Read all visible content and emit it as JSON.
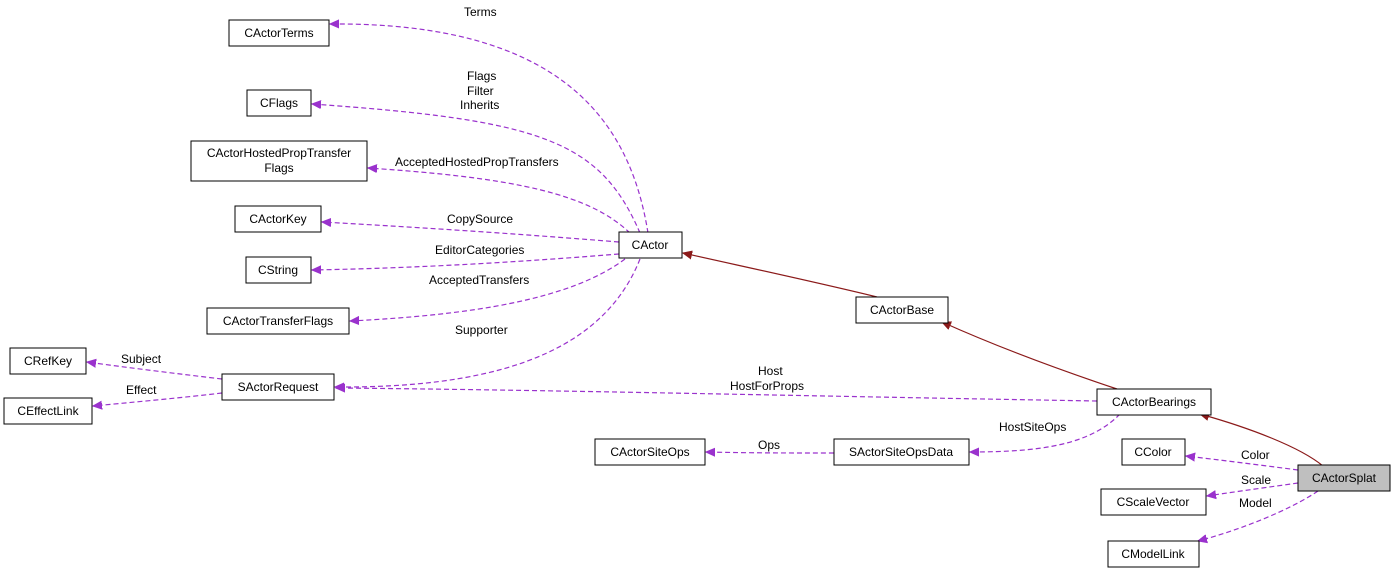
{
  "nodes": {
    "cactor_terms": "CActorTerms",
    "cflags": "CFlags",
    "cactor_hosted_prop_transfer_flags": [
      "CActorHostedPropTransfer",
      "Flags"
    ],
    "cactor_key": "CActorKey",
    "cstring": "CString",
    "cactor_transfer_flags": "CActorTransferFlags",
    "crefkey": "CRefKey",
    "ceffect_link": "CEffectLink",
    "sactor_request": "SActorRequest",
    "cactor": "CActor",
    "cactor_base": "CActorBase",
    "cactor_bearings": "CActorBearings",
    "cactor_site_ops": "CActorSiteOps",
    "sactor_site_ops_data": "SActorSiteOpsData",
    "ccolor": "CColor",
    "cactor_splat": "CActorSplat",
    "cscale_vector": "CScaleVector",
    "cmodel_link": "CModelLink"
  },
  "edge_labels": {
    "terms": "Terms",
    "flags_filter_inherits": [
      "Flags",
      "Filter",
      "Inherits"
    ],
    "accepted_hosted_prop_transfers": "AcceptedHostedPropTransfers",
    "copy_source": "CopySource",
    "editor_categories": "EditorCategories",
    "accepted_transfers": "AcceptedTransfers",
    "supporter": "Supporter",
    "subject": "Subject",
    "effect": "Effect",
    "host": [
      "Host",
      "HostForProps"
    ],
    "host_site_ops": "HostSiteOps",
    "ops": "Ops",
    "color": "Color",
    "scale": "Scale",
    "model": "Model"
  },
  "colors": {
    "inheritance_edge": "#8b1a1a",
    "usage_edge": "#9a32cd",
    "highlight_fill": "#bfbfbf"
  }
}
